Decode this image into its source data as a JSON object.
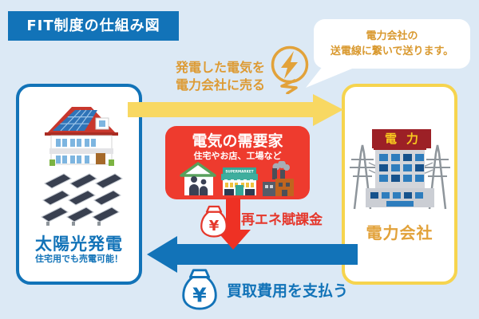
{
  "colors": {
    "background": "#dce9f5",
    "accent_blue": "#1273b8",
    "accent_yellow": "#f8d862",
    "accent_red": "#ee3b2e",
    "accent_orange": "#dd9a33",
    "sign_red": "#9c2026",
    "sign_text_yellow": "#f7c81e"
  },
  "header": {
    "title": "FIT制度の仕組み図"
  },
  "speech_bubble": {
    "line1": "電力会社の",
    "line2": "送電線に繋いで送ります。"
  },
  "sell_flow": {
    "line1": "発電した電気を",
    "line2": "電力会社に売る"
  },
  "solar_box": {
    "title": "太陽光発電",
    "subtitle": "住宅用でも売電可能！"
  },
  "power_box": {
    "sign": "電力",
    "title": "電力会社"
  },
  "consumer_box": {
    "title": "電気の需要家",
    "subtitle": "住宅やお店、工場など",
    "store_sign": "SUPERMARKET"
  },
  "levy_flow": {
    "label": "再エネ賦課金",
    "yen": "¥"
  },
  "pay_flow": {
    "label": "買取費用を支払う",
    "yen": "¥"
  }
}
